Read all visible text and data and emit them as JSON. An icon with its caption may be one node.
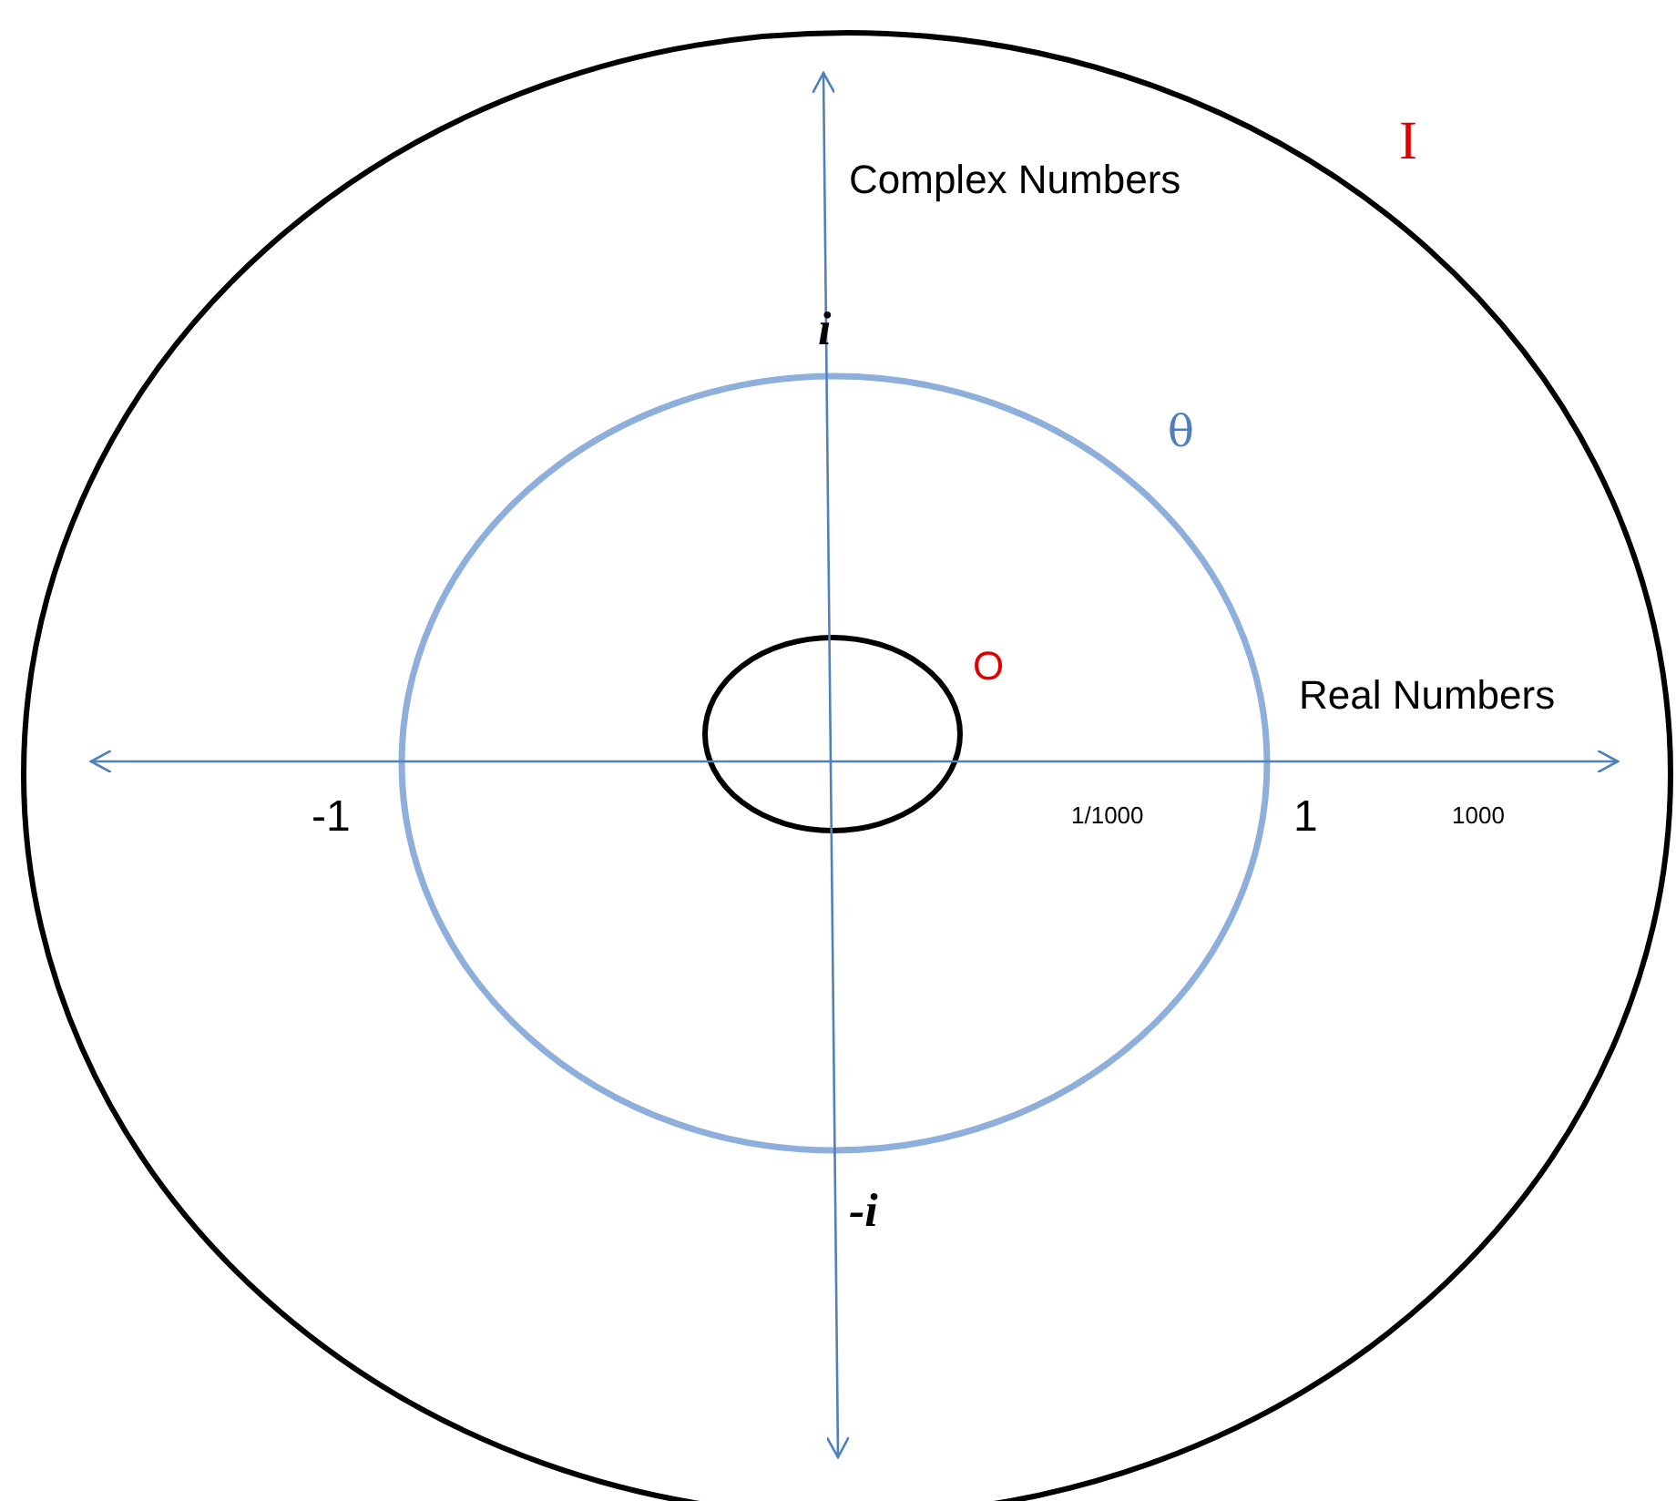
{
  "diagram": {
    "nodes": [
      {
        "text": [
          "I"
        ]
      },
      {
        "text": [
          "θ"
        ],
        "in": 0
      },
      {
        "text": [
          "O"
        ],
        "in": 1
      }
    ],
    "labels": [
      "Complex Numbers",
      "i",
      "Real Numbers",
      "-1",
      "1/1000",
      "1",
      "1000",
      "-i"
    ]
  }
}
